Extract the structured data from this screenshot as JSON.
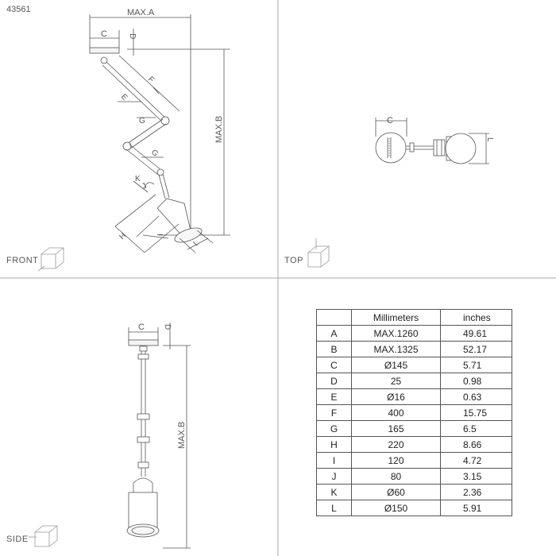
{
  "product_id": "43561",
  "views": {
    "front": "FRONT",
    "top": "TOP",
    "side": "SIDE"
  },
  "dimension_labels": {
    "max_a": "MAX.A",
    "max_b": "MAX.B",
    "c": "C",
    "d": "D",
    "e": "E",
    "f": "F",
    "g": "G",
    "h": "H",
    "i": "I",
    "j": "J",
    "k": "K",
    "l": "L"
  },
  "table": {
    "headers": [
      "",
      "Millimeters",
      "inches"
    ],
    "rows": [
      [
        "A",
        "MAX.1260",
        "49.61"
      ],
      [
        "B",
        "MAX.1325",
        "52.17"
      ],
      [
        "C",
        "Ø145",
        "5.71"
      ],
      [
        "D",
        "25",
        "0.98"
      ],
      [
        "E",
        "Ø16",
        "0.63"
      ],
      [
        "F",
        "400",
        "15.75"
      ],
      [
        "G",
        "165",
        "6.5"
      ],
      [
        "H",
        "220",
        "8.66"
      ],
      [
        "I",
        "120",
        "4.72"
      ],
      [
        "J",
        "80",
        "3.15"
      ],
      [
        "K",
        "Ø60",
        "2.36"
      ],
      [
        "L",
        "Ø150",
        "5.91"
      ]
    ]
  },
  "colors": {
    "line": "#555555",
    "frame": "#9a9a9a"
  }
}
